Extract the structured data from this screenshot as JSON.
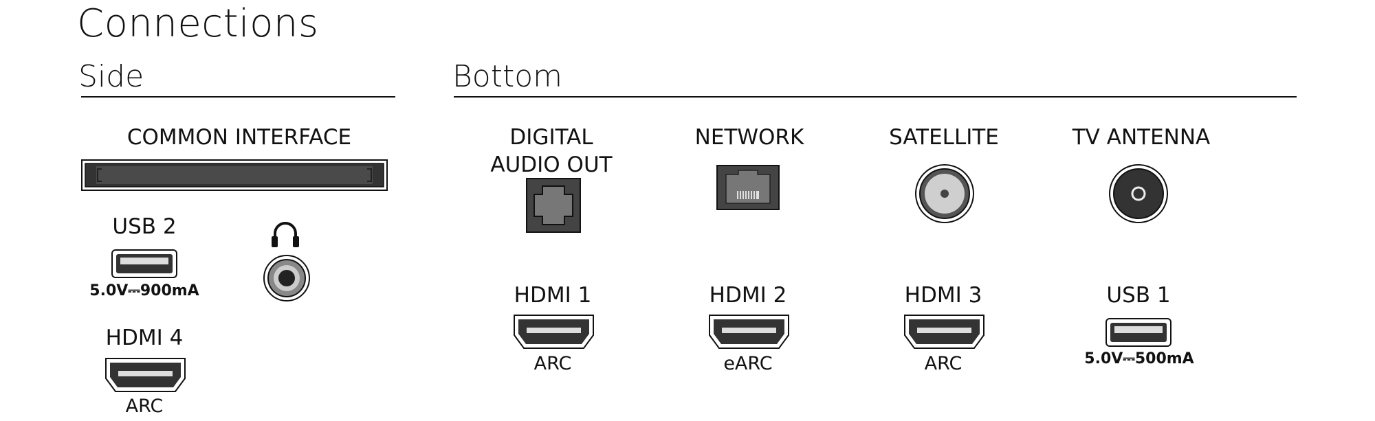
{
  "title": "Connections",
  "sections": {
    "side": "Side",
    "bottom": "Bottom"
  },
  "side": {
    "common_interface": "COMMON INTERFACE",
    "usb2": {
      "label": "USB 2",
      "spec": "5.0V⎓900mA"
    },
    "headphone": {
      "icon": "headphones-icon"
    },
    "hdmi4": {
      "label": "HDMI 4",
      "sub": "ARC"
    }
  },
  "bottom": {
    "digital_audio_out": "DIGITAL\nAUDIO OUT",
    "network": "NETWORK",
    "satellite": "SATELLITE",
    "tv_antenna": "TV ANTENNA",
    "hdmi1": {
      "label": "HDMI 1",
      "sub": "ARC"
    },
    "hdmi2": {
      "label": "HDMI 2",
      "sub": "eARC"
    },
    "hdmi3": {
      "label": "HDMI 3",
      "sub": "ARC"
    },
    "usb1": {
      "label": "USB 1",
      "spec": "5.0V⎓500mA"
    }
  },
  "colors": {
    "port_dark": "#333333",
    "port_outline": "#111111",
    "port_light": "#cccccc"
  }
}
